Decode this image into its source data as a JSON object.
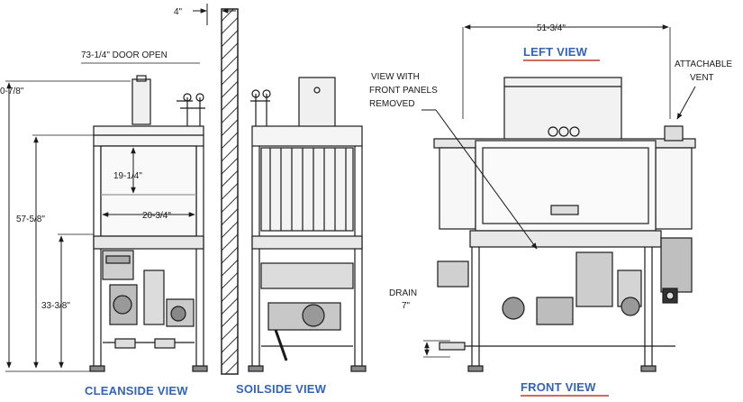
{
  "colors": {
    "ink": "#1a1a1a",
    "view_label": "#3464b4",
    "underline": "#c0392b",
    "wall_hatch": "#333333"
  },
  "dimensions": {
    "wall_gap": "4\"",
    "door_open": "73-1/4\" DOOR OPEN",
    "overall_height": "0-7/8\"",
    "height_57": "57-5/8\"",
    "height_33": "33-3/8\"",
    "clear_height": "19-1/4\"",
    "clear_width": "20-3/4\"",
    "width_51": "51-3/4\"",
    "drain_label": "DRAIN",
    "drain_value": "7\""
  },
  "callouts": {
    "front_panels": [
      "VIEW WITH",
      "FRONT PANELS",
      "REMOVED"
    ],
    "vent": [
      "ATTACHABLE",
      "VENT"
    ]
  },
  "views": {
    "cleanside": "CLEANSIDE VIEW",
    "soilside": "SOILSIDE VIEW",
    "front": "FRONT VIEW",
    "left": "LEFT VIEW"
  }
}
